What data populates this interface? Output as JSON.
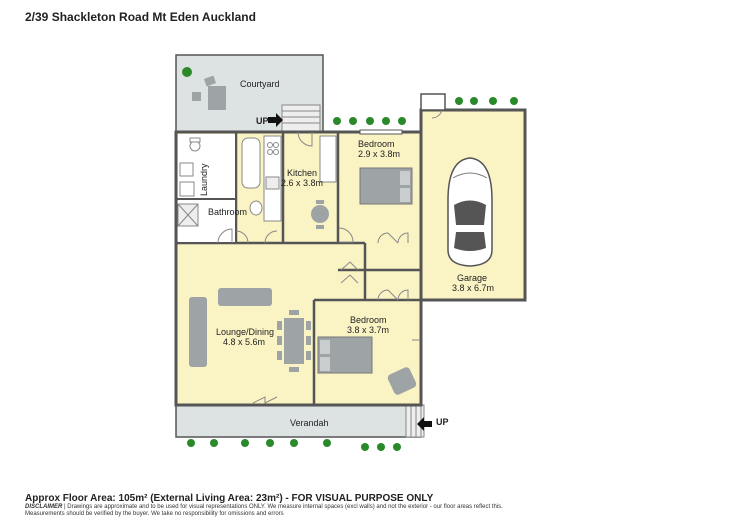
{
  "address": "2/39 Shackleton Road Mt Eden Auckland",
  "rooms": {
    "courtyard": "Courtyard",
    "laundry": "Laundry",
    "bathroom": "Bathroom",
    "kitchen": "Kitchen",
    "kitchen_size": "2.6 x 3.8m",
    "bedroom1": "Bedroom",
    "bedroom1_size": "2.9 x 3.8m",
    "garage": "Garage",
    "garage_size": "3.8 x 6.7m",
    "lounge": "Lounge/Dining",
    "lounge_size": "4.8 x 5.6m",
    "bedroom2": "Bedroom",
    "bedroom2_size": "3.8 x 3.7m",
    "verandah": "Verandah"
  },
  "arrows": {
    "up_top": "UP",
    "up_bottom": "UP"
  },
  "footer": {
    "area": "Approx Floor Area: 105m² (External Living Area: 23m²) - FOR VISUAL PURPOSE ONLY",
    "disclaimer_label": "DISCLAIMER",
    "disclaimer_line1": "| Drawings are approximate and to be used for visual representations ONLY. We measure internal spaces (excl walls) and not the exterior - our floor areas reflect this.",
    "disclaimer_line2": "Measurements should be verified by the buyer. We take no responsibility for omissions and errors"
  },
  "colors": {
    "floor": "#faf3c4",
    "outdoor": "#dde2e2",
    "wall": "#555555",
    "furniture": "#9ea4a6",
    "plant": "#2a8a2a",
    "wet": "#ffffff"
  }
}
